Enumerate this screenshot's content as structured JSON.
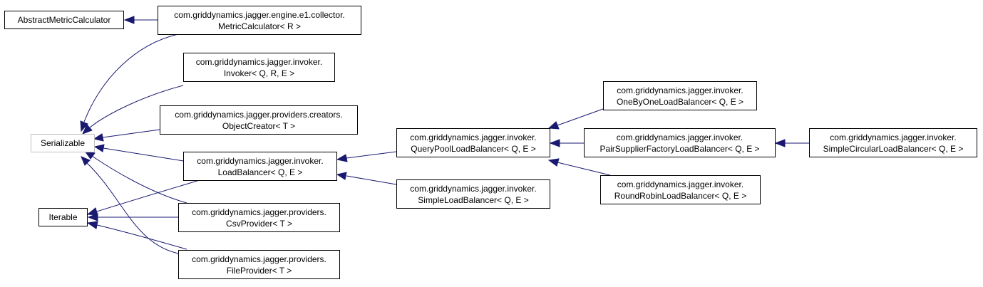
{
  "nodes": {
    "abstract_metric_calculator": {
      "lines": [
        "AbstractMetricCalculator"
      ]
    },
    "metric_calculator": {
      "lines": [
        "com.griddynamics.jagger.engine.e1.collector.",
        "MetricCalculator< R >"
      ]
    },
    "invoker": {
      "lines": [
        "com.griddynamics.jagger.invoker.",
        "Invoker< Q, R, E >"
      ]
    },
    "object_creator": {
      "lines": [
        "com.griddynamics.jagger.providers.creators.",
        "ObjectCreator< T >"
      ]
    },
    "serializable": {
      "lines": [
        "Serializable"
      ]
    },
    "load_balancer": {
      "lines": [
        "com.griddynamics.jagger.invoker.",
        "LoadBalancer< Q, E >"
      ]
    },
    "iterable": {
      "lines": [
        "Iterable"
      ]
    },
    "csv_provider": {
      "lines": [
        "com.griddynamics.jagger.providers.",
        "CsvProvider< T >"
      ]
    },
    "file_provider": {
      "lines": [
        "com.griddynamics.jagger.providers.",
        "FileProvider< T >"
      ]
    },
    "query_pool_load_balancer": {
      "lines": [
        "com.griddynamics.jagger.invoker.",
        "QueryPoolLoadBalancer< Q, E >"
      ]
    },
    "simple_load_balancer": {
      "lines": [
        "com.griddynamics.jagger.invoker.",
        "SimpleLoadBalancer< Q, E >"
      ]
    },
    "one_by_one_load_balancer": {
      "lines": [
        "com.griddynamics.jagger.invoker.",
        "OneByOneLoadBalancer< Q, E >"
      ]
    },
    "pair_supplier_factory_load_balancer": {
      "lines": [
        "com.griddynamics.jagger.invoker.",
        "PairSupplierFactoryLoadBalancer< Q, E >"
      ]
    },
    "round_robin_load_balancer": {
      "lines": [
        "com.griddynamics.jagger.invoker.",
        "RoundRobinLoadBalancer< Q, E >"
      ]
    },
    "simple_circular_load_balancer": {
      "lines": [
        "com.griddynamics.jagger.invoker.",
        "SimpleCircularLoadBalancer< Q, E >"
      ]
    }
  },
  "edges": [
    {
      "from": "metric_calculator",
      "to": "abstract_metric_calculator"
    },
    {
      "from": "metric_calculator",
      "to": "serializable"
    },
    {
      "from": "invoker",
      "to": "serializable"
    },
    {
      "from": "object_creator",
      "to": "serializable"
    },
    {
      "from": "load_balancer",
      "to": "serializable"
    },
    {
      "from": "csv_provider",
      "to": "serializable"
    },
    {
      "from": "file_provider",
      "to": "serializable"
    },
    {
      "from": "load_balancer",
      "to": "iterable"
    },
    {
      "from": "csv_provider",
      "to": "iterable"
    },
    {
      "from": "file_provider",
      "to": "iterable"
    },
    {
      "from": "query_pool_load_balancer",
      "to": "load_balancer"
    },
    {
      "from": "simple_load_balancer",
      "to": "load_balancer"
    },
    {
      "from": "one_by_one_load_balancer",
      "to": "query_pool_load_balancer"
    },
    {
      "from": "pair_supplier_factory_load_balancer",
      "to": "query_pool_load_balancer"
    },
    {
      "from": "round_robin_load_balancer",
      "to": "query_pool_load_balancer"
    },
    {
      "from": "simple_circular_load_balancer",
      "to": "pair_supplier_factory_load_balancer"
    }
  ],
  "colors": {
    "edge": "#191970",
    "node_border": "#000000",
    "external_node_border": "#bfbfbf"
  }
}
